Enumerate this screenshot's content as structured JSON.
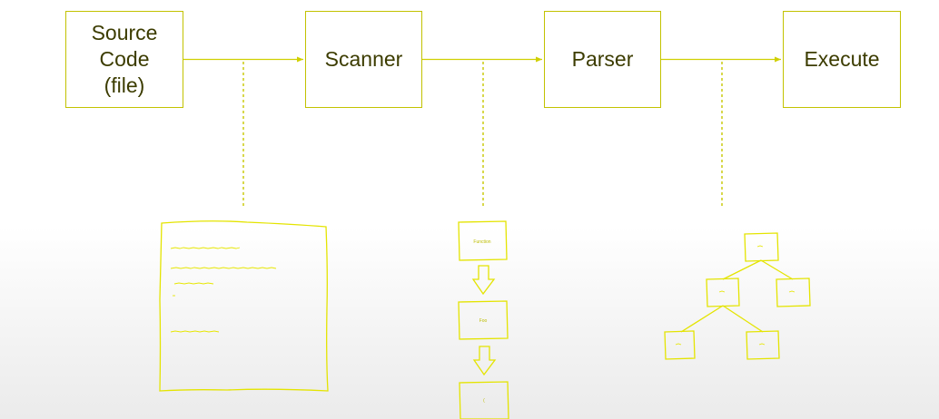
{
  "diagram": {
    "stages": [
      {
        "label": "Source\nCode\n(file)"
      },
      {
        "label": "Scanner"
      },
      {
        "label": "Parser"
      },
      {
        "label": "Execute"
      }
    ],
    "tokens": {
      "first_label": "Function",
      "second_label": "Foo",
      "third_label": "("
    }
  },
  "colors": {
    "box_border": "#c2c200",
    "text": "#3c3c00",
    "sketch": "#e4e400"
  }
}
